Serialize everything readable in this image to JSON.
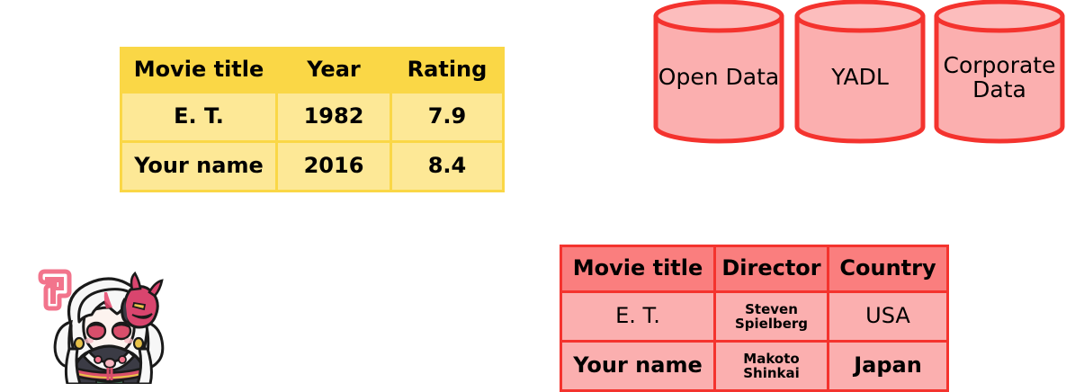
{
  "ratings_table": {
    "name": "movie-ratings-table",
    "headers": [
      "Movie title",
      "Year",
      "Rating"
    ],
    "rows": [
      [
        "E. T.",
        "1982",
        "7.9"
      ],
      [
        "Your name",
        "2016",
        "8.4"
      ]
    ],
    "colors": {
      "header_fill": "#FAD746",
      "row_fill": "#FDE896",
      "border": "#FAD746",
      "text": "#000000"
    }
  },
  "directors_table": {
    "name": "movie-directors-table",
    "headers": [
      "Movie title",
      "Director",
      "Country"
    ],
    "rows": [
      [
        "E. T.",
        "Steven\nSpielberg",
        "USA"
      ],
      [
        "Your name",
        "Makoto\nShinkai",
        "Japan"
      ]
    ],
    "colors": {
      "header_fill": "#FA7E7E",
      "row_fill": "#FBAFAF",
      "border": "#F4332E",
      "text": "#000000"
    }
  },
  "databases": {
    "colors": {
      "fill": "#FBAFAF",
      "stroke": "#F4332E",
      "top_fill": "#FCBDBD"
    },
    "items": [
      {
        "label": "Open Data",
        "icon": "database-cylinder-icon"
      },
      {
        "label": "YADL",
        "icon": "database-cylinder-icon"
      },
      {
        "label": "Corporate\nData",
        "icon": "database-cylinder-icon"
      }
    ]
  },
  "character": {
    "name": "confused-anime-character",
    "bubble": "?",
    "colors": {
      "bubble": "#F2748C",
      "hair": "#F7F7F7",
      "hair_shadow": "#E0E0E2",
      "outline": "#1A1A1A",
      "mask": "#D9456E",
      "mask_dark": "#A83057",
      "eye": "#D94E6B",
      "skin": "#FDF3EF",
      "kimono_dark": "#3B3B45",
      "kimono_accent": "#D94E6B",
      "gold": "#E8C24A",
      "green": "#3F6B52"
    }
  }
}
